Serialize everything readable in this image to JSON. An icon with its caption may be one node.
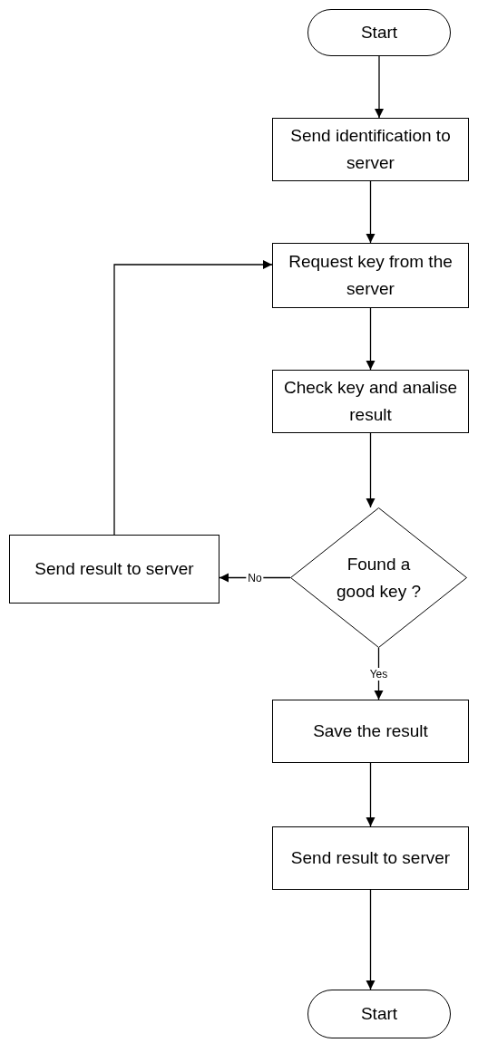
{
  "diagram": {
    "nodes": [
      {
        "text": [
          "Start"
        ]
      },
      {
        "text": [
          "Send identification to server"
        ]
      },
      {
        "text": [
          "Request key from the server"
        ]
      },
      {
        "text": [
          "Check key and analise result"
        ]
      },
      {
        "text": [
          "Found a good key ?"
        ]
      },
      {
        "text": [
          "Send result to server"
        ]
      },
      {
        "text": [
          "Save the result"
        ]
      },
      {
        "text": [
          "Send result to server"
        ]
      },
      {
        "text": [
          "Start"
        ]
      }
    ],
    "edges": [
      {
        "from": 0,
        "to": 1,
        "arrow": "to"
      },
      {
        "from": 1,
        "to": 2,
        "arrow": "to"
      },
      {
        "from": 2,
        "to": 3,
        "arrow": "to"
      },
      {
        "from": 3,
        "to": 4,
        "arrow": "to"
      },
      {
        "from": 4,
        "to": 5,
        "arrow": "to",
        "label": "No"
      },
      {
        "from": 5,
        "to": 2,
        "arrow": "to"
      },
      {
        "from": 4,
        "to": 6,
        "arrow": "to",
        "label": "Yes"
      },
      {
        "from": 6,
        "to": 7,
        "arrow": "to"
      },
      {
        "from": 7,
        "to": 8,
        "arrow": "to"
      }
    ]
  }
}
